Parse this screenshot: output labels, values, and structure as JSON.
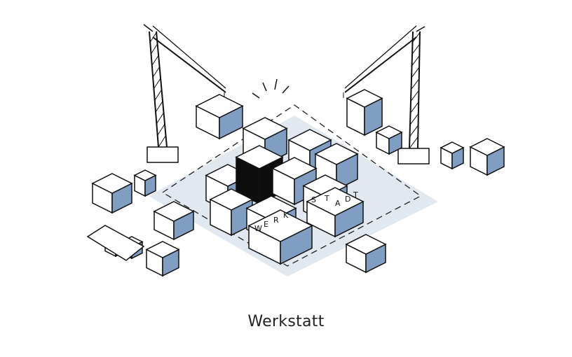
{
  "caption": "Werkstatt",
  "illustration": {
    "lettering": [
      "W",
      "E",
      "R",
      "K",
      "S",
      "T",
      "A",
      "D",
      "T"
    ],
    "colors": {
      "ground": "#e1e8ef",
      "block_side": "#809dc2",
      "ink": "#111111",
      "dark": "#0d0d0d"
    }
  }
}
